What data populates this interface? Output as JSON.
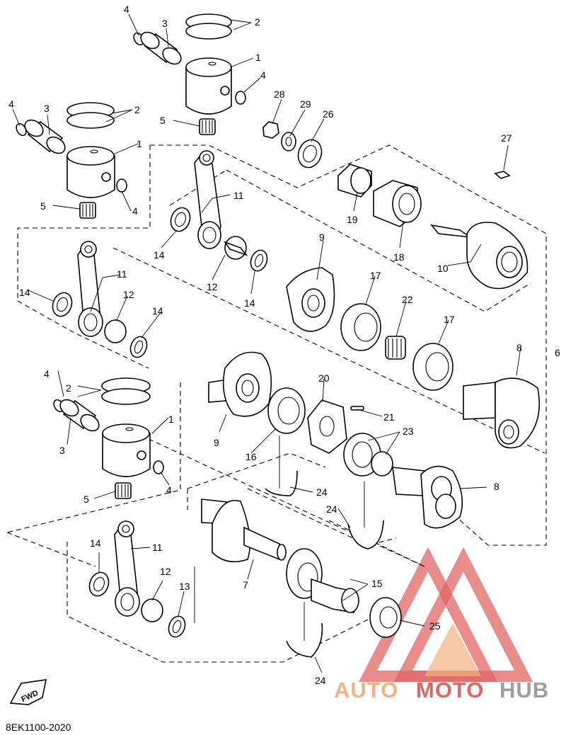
{
  "diagram_code": "8EK1100-2020",
  "fwd_label": "FWD",
  "brand": {
    "part1": "AUTO",
    "part2": "MOTO",
    "part3": "HUB",
    "color_warm": "#f4b183",
    "color_red": "#e06666",
    "color_gray": "#9e9e9e"
  },
  "labels": {
    "l4a": "4",
    "l3a": "3",
    "l2a": "2",
    "l1a": "1",
    "l4b": "4",
    "l5a": "5",
    "l28": "28",
    "l29": "29",
    "l26": "26",
    "l27": "27",
    "l4c": "4",
    "l3b": "3",
    "l2b": "2",
    "l1b": "1",
    "l4d": "4",
    "l5b": "5",
    "l11a": "11",
    "l14a": "14",
    "l19": "19",
    "l18": "18",
    "l10": "10",
    "l9a": "9",
    "l12a": "12",
    "l14b": "14",
    "l11b": "11",
    "l14c": "14",
    "l12b": "12",
    "l14d": "14",
    "l17a": "17",
    "l22": "22",
    "l17b": "17",
    "l8a": "8",
    "l6": "6",
    "l20": "20",
    "l21": "21",
    "l23": "23",
    "l9b": "9",
    "l16": "16",
    "l4e": "4",
    "l2c": "2",
    "l1c": "1",
    "l3c": "3",
    "l4f": "4",
    "l5c": "5",
    "l24a": "24",
    "l24b": "24",
    "l8b": "8",
    "l11c": "11",
    "l14e": "14",
    "l12c": "12",
    "l13": "13",
    "l7": "7",
    "l15": "15",
    "l25": "25",
    "l24c": "24"
  }
}
